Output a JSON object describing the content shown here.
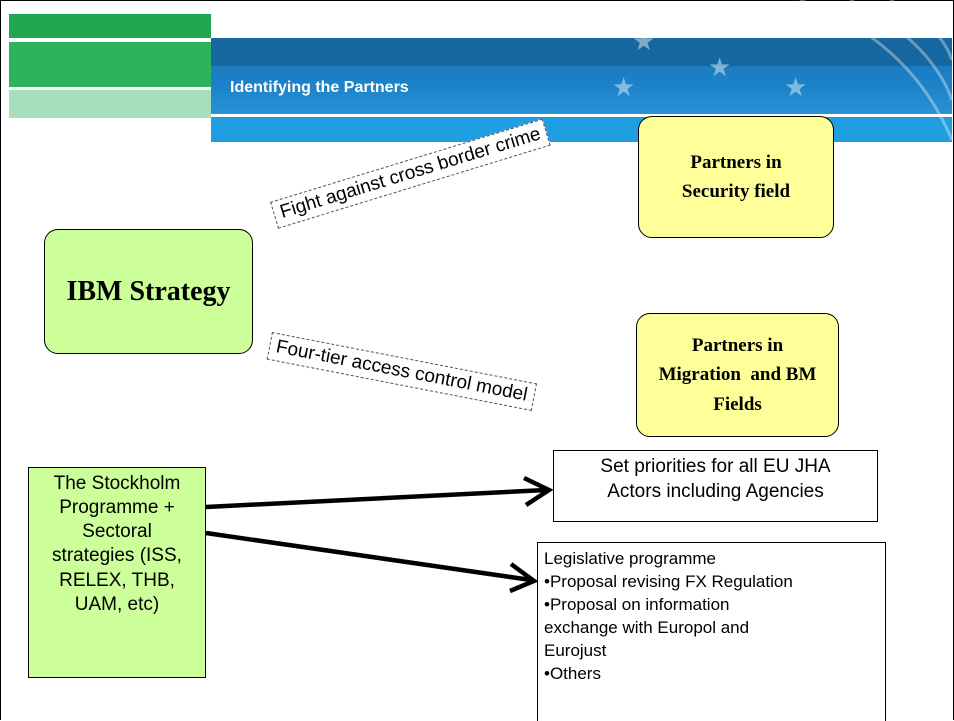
{
  "header": {
    "title": "Identifying the Partners"
  },
  "diagram": {
    "strategy": {
      "label": "IBM Strategy"
    },
    "security_partners": {
      "lines": [
        "Partners in",
        "Security field"
      ]
    },
    "migration_partners": {
      "lines": [
        "Partners in",
        "Migration  and BM",
        "Fields"
      ]
    },
    "link_security": "Fight against cross border crime",
    "link_migration": "Four-tier access control model",
    "stockholm": {
      "lines": [
        "The Stockholm",
        "Programme +",
        "Sectoral",
        "strategies (ISS,",
        "RELEX, THB,",
        "UAM, etc)"
      ]
    },
    "priorities": {
      "lines": [
        "Set priorities for all EU JHA",
        "Actors including Agencies"
      ]
    },
    "legislative": {
      "lines": [
        "Legislative programme",
        "•Proposal revising FX Regulation",
        "•Proposal on information",
        "exchange with Europol and",
        "Eurojust",
        "•Others"
      ]
    }
  },
  "colors": {
    "green_box": "#ccff99",
    "yellow_box": "#ffff99",
    "header_blue": "#1c82c8",
    "header_green": "#2db35c"
  }
}
